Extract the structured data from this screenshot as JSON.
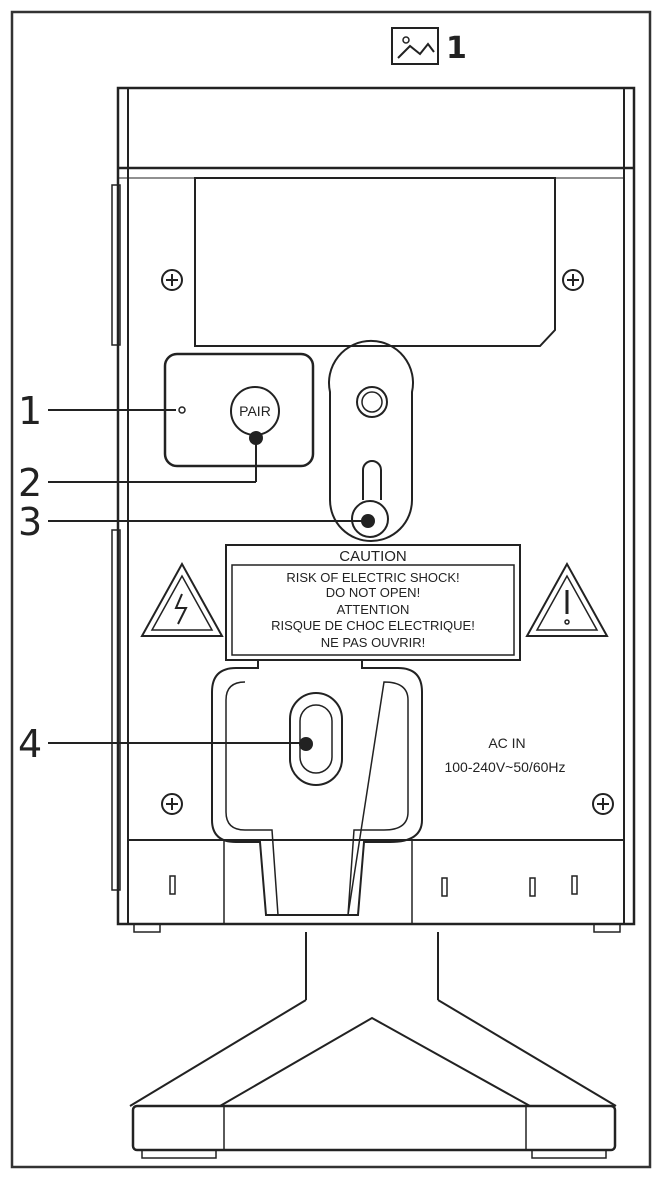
{
  "figure": {
    "icon": "image-icon",
    "number": "1"
  },
  "callouts": [
    "1",
    "2",
    "3",
    "4"
  ],
  "button": {
    "label": "PAIR"
  },
  "caution": {
    "title": "CAUTION",
    "lines": [
      "RISK OF ELECTRIC SHOCK!",
      "DO NOT OPEN!",
      "ATTENTION",
      "RISQUE DE CHOC ELECTRIQUE!",
      "NE PAS OUVRIR!"
    ]
  },
  "power": {
    "label": "AC IN",
    "spec": "100-240V~50/60Hz"
  },
  "icons": [
    "electric-shock-warning-icon",
    "exclamation-warning-icon",
    "screw-icon"
  ]
}
